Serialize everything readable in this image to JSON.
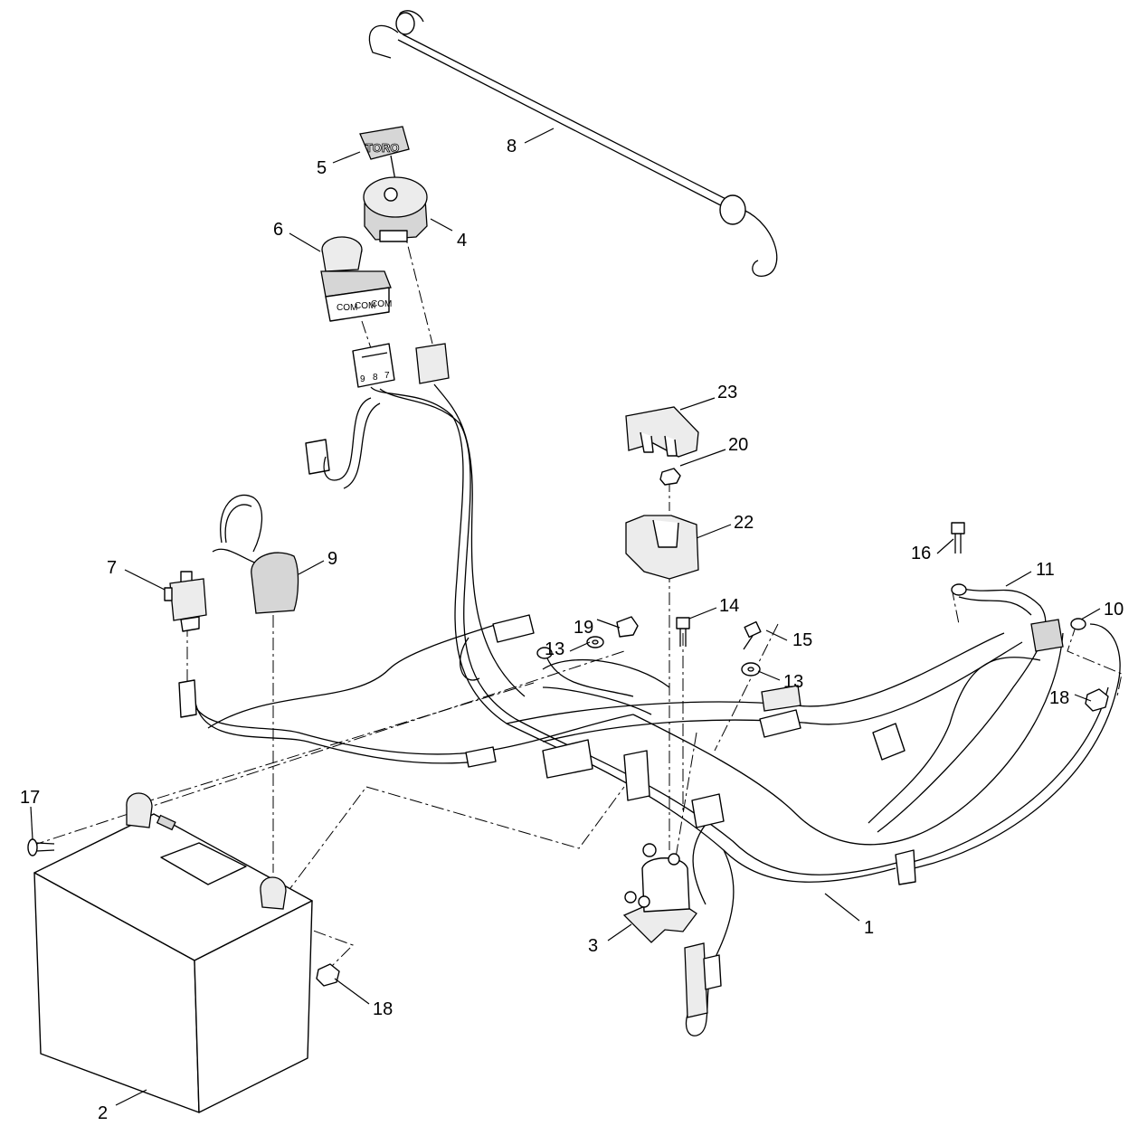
{
  "diagram": {
    "key_brand_text": "TORO",
    "pto_switch_pins": [
      "COM",
      "COM",
      "COM"
    ],
    "connector_pins": [
      "9",
      "8",
      "7"
    ]
  },
  "callouts": [
    {
      "id": "c1",
      "label": "1"
    },
    {
      "id": "c2",
      "label": "2"
    },
    {
      "id": "c3",
      "label": "3"
    },
    {
      "id": "c4",
      "label": "4"
    },
    {
      "id": "c5",
      "label": "5"
    },
    {
      "id": "c6",
      "label": "6"
    },
    {
      "id": "c7",
      "label": "7"
    },
    {
      "id": "c8",
      "label": "8"
    },
    {
      "id": "c9",
      "label": "9"
    },
    {
      "id": "c10",
      "label": "10"
    },
    {
      "id": "c11",
      "label": "11"
    },
    {
      "id": "c13a",
      "label": "13"
    },
    {
      "id": "c13b",
      "label": "13"
    },
    {
      "id": "c14",
      "label": "14"
    },
    {
      "id": "c15",
      "label": "15"
    },
    {
      "id": "c16",
      "label": "16"
    },
    {
      "id": "c17",
      "label": "17"
    },
    {
      "id": "c18a",
      "label": "18"
    },
    {
      "id": "c18b",
      "label": "18"
    },
    {
      "id": "c19",
      "label": "19"
    },
    {
      "id": "c20",
      "label": "20"
    },
    {
      "id": "c22",
      "label": "22"
    },
    {
      "id": "c23",
      "label": "23"
    }
  ]
}
